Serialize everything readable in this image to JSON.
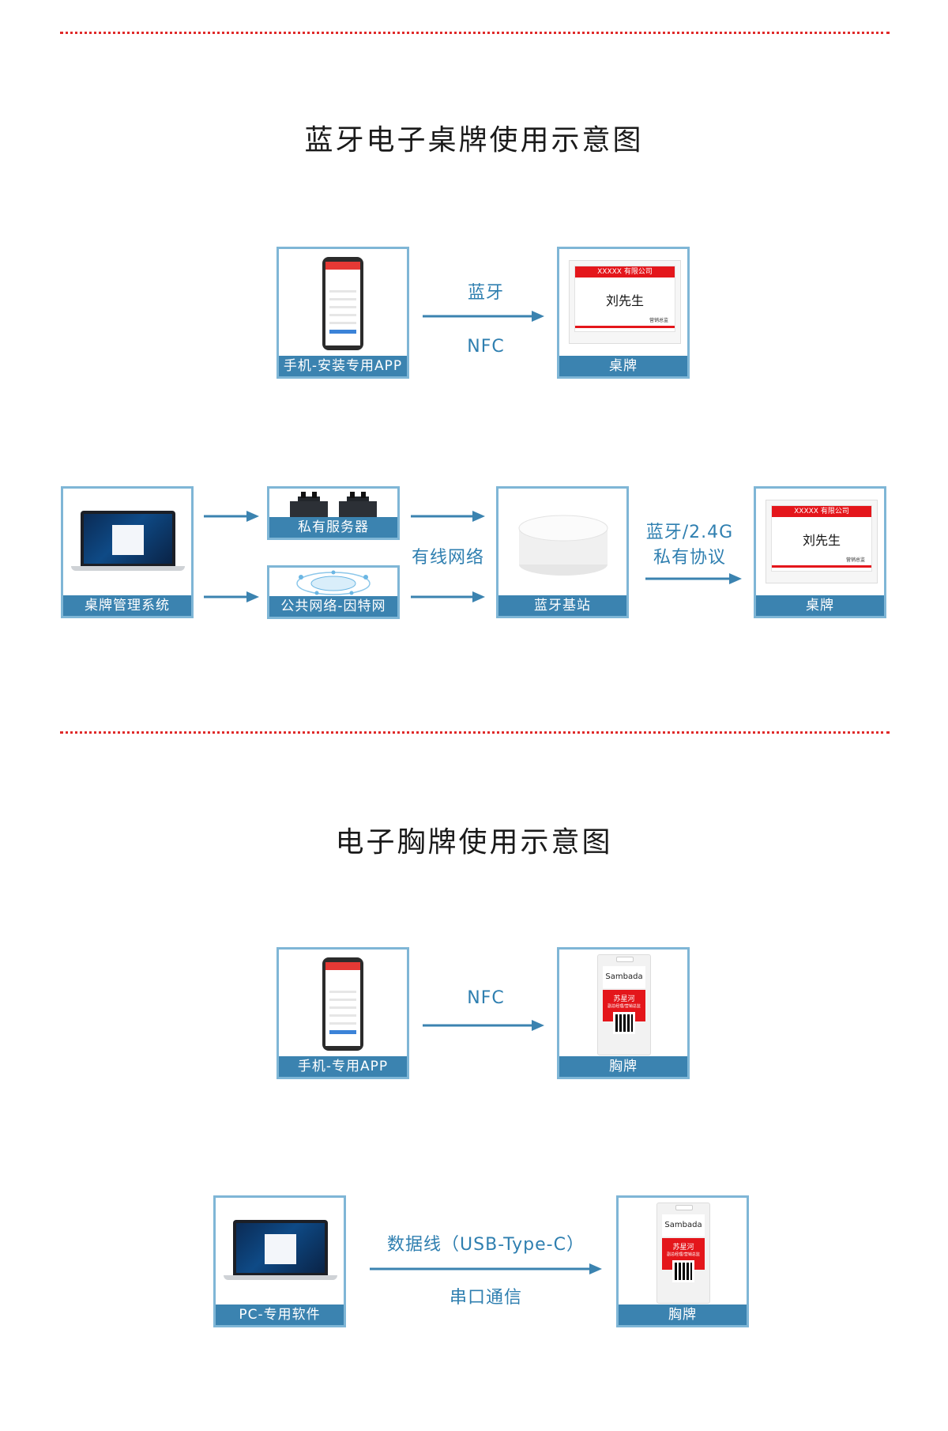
{
  "section1": {
    "title": "蓝牙电子桌牌使用示意图",
    "row1": {
      "left_caption": "手机-安装专用APP",
      "label_top": "蓝牙",
      "label_bottom": "NFC",
      "right_caption": "桌牌",
      "plate_company": "XXXXX 有限公司",
      "plate_name": "刘先生",
      "plate_sub": "营销总监"
    },
    "row2": {
      "system_caption": "桌牌管理系统",
      "private_caption": "私有服务器",
      "public_caption": "公共网络-因特网",
      "wired_label": "有线网络",
      "station_caption": "蓝牙基站",
      "proto_label_1": "蓝牙/2.4G",
      "proto_label_2": "私有协议",
      "plate_caption": "桌牌",
      "plate_company": "XXXXX 有限公司",
      "plate_name": "刘先生",
      "plate_sub": "营销总监"
    }
  },
  "section2": {
    "title": "电子胸牌使用示意图",
    "row1": {
      "left_caption": "手机-专用APP",
      "label": "NFC",
      "right_caption": "胸牌",
      "badge_brand": "Sambada",
      "badge_name": "苏星河",
      "badge_role": "副总经理/营销总监"
    },
    "row2": {
      "left_caption": "PC-专用软件",
      "label_top": "数据线（USB-Type-C）",
      "label_bottom": "串口通信",
      "right_caption": "胸牌",
      "badge_brand": "Sambada",
      "badge_name": "苏星河",
      "badge_role": "副总经理/营销总监"
    }
  },
  "colors": {
    "accent": "#3b83b0",
    "border": "#7fb6d6",
    "divider": "#e02a2a",
    "label": "#2f7fb0"
  }
}
